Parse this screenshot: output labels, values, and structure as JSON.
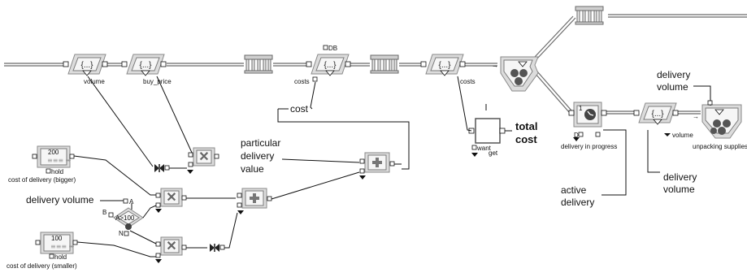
{
  "pipeline": {
    "volume_label": "volume",
    "buy_price_label": "buy_price",
    "costs_left_label": "costs",
    "db_label": "DB",
    "costs_right_label": "costs",
    "set_label": "{...}"
  },
  "cost_label": "cost",
  "particular_delivery_value": [
    "particular",
    "delivery",
    "value"
  ],
  "total_cost": {
    "title": [
      "total",
      "cost"
    ],
    "want_label": "want",
    "get_label": "get"
  },
  "bigger": {
    "value": "200",
    "hold_label": "hold",
    "caption": "cost of delivery (bigger)"
  },
  "smaller": {
    "value": "100",
    "hold_label": "hold",
    "caption": "cost of delivery (smaller)"
  },
  "delivery_volume_input": "delivery volume",
  "comparator": {
    "a_label": "A",
    "b_label": "B",
    "expr": "A>100",
    "n_label": "N"
  },
  "delivery_in_progress": {
    "label": "delivery in progress",
    "count": "1",
    "d_label": "D"
  },
  "active_delivery": [
    "active",
    "delivery"
  ],
  "delivery_volume_top": [
    "delivery",
    "volume"
  ],
  "delivery_volume_bottom": [
    "delivery",
    "volume"
  ],
  "volume_out_label": "volume",
  "unpacking_supplies": "unpacking supplies"
}
